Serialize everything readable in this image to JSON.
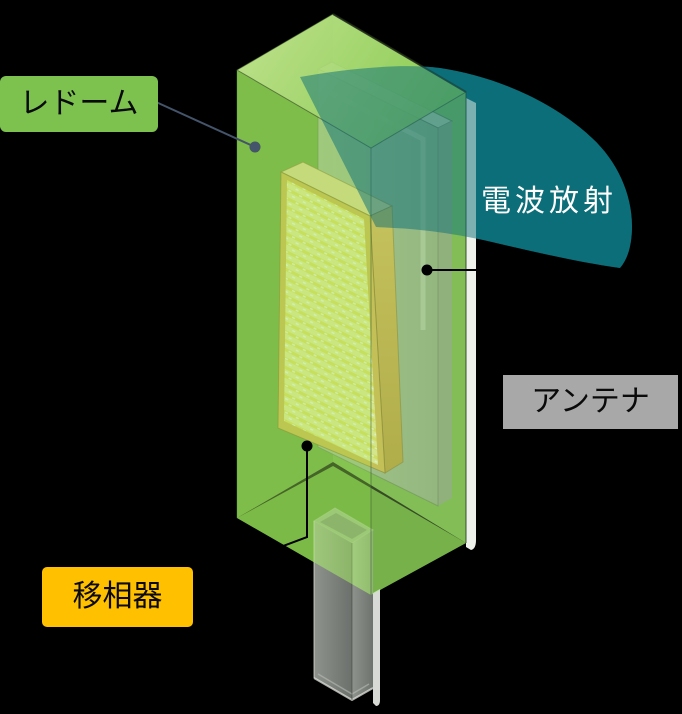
{
  "diagram": {
    "type": "3d-phased-array-antenna-cutaway",
    "background": "#000000",
    "parts": {
      "radome": {
        "label": "レドーム",
        "label_bg": "#7dc24f",
        "connector_color": "#44546a"
      },
      "emission": {
        "label": "電波放射",
        "text_color": "#ffffff",
        "beam_fill": "#0c6e78"
      },
      "antenna": {
        "label": "アンテナ",
        "label_bg": "#a8a8a8",
        "connector_color": "#000000"
      },
      "phase_shifter": {
        "label": "移相器",
        "label_bg": "#ffc000",
        "connector_color": "#000000"
      }
    },
    "scene_colors": {
      "radome_box_green": "#8cc853",
      "phase_panel_yellow": "#f2eda0",
      "phase_panel_gold": "#d9b44e",
      "antenna_slab_gray": "#a2aea2",
      "mast_gray": "#9aa098",
      "label_text": "#0a0a0a"
    }
  }
}
